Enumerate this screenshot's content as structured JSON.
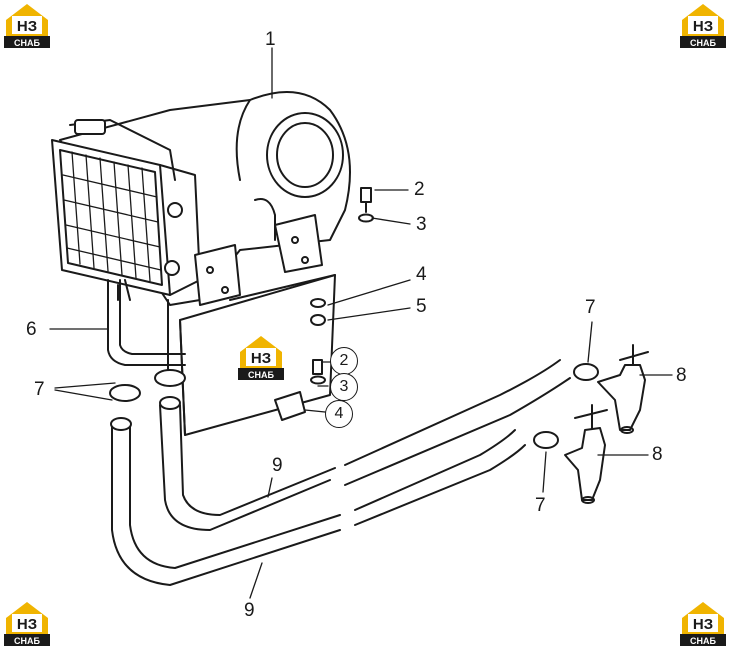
{
  "brand": {
    "logo_main": "НЗ",
    "logo_sub": "СНАБ",
    "colors": {
      "accent": "#f0b400",
      "dark": "#1a1a1a"
    }
  },
  "callouts": {
    "c1": "1",
    "c2": "2",
    "c3": "3",
    "c4": "4",
    "c5": "5",
    "c6": "6",
    "c7a": "7",
    "c7b": "7",
    "c7c": "7",
    "c8a": "8",
    "c8b": "8",
    "c9a": "9",
    "c9b": "9",
    "c2_circ": "2",
    "c3_circ": "3",
    "c4_circ": "4"
  }
}
